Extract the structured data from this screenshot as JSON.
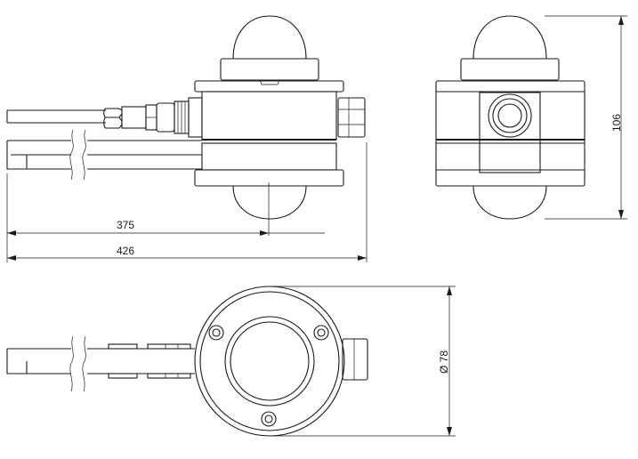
{
  "dimensions": {
    "length_to_center": "375",
    "overall_length": "426",
    "height": "106",
    "diameter": "Ø 78"
  },
  "colors": {
    "line": "#1a1a1a",
    "background": "#ffffff"
  }
}
